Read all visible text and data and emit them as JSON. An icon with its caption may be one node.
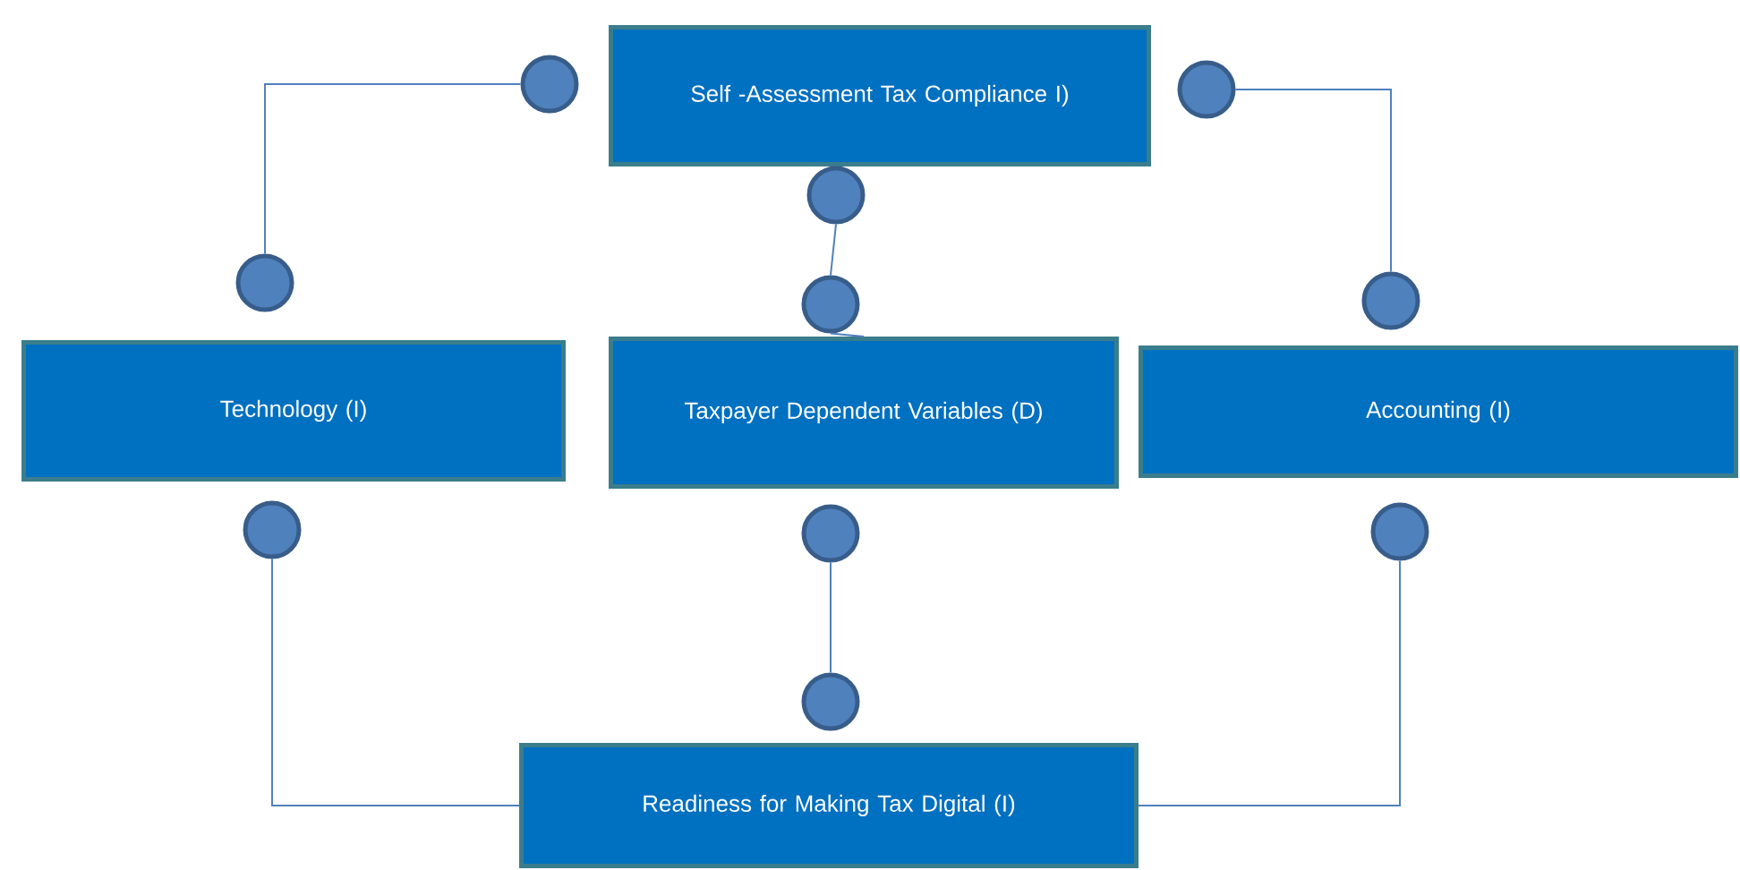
{
  "diagram": {
    "nodes": [
      {
        "text": [
          "Self -Assessment Tax Compliance I)"
        ]
      },
      {
        "text": [],
        "shape": "circle"
      },
      {
        "text": [],
        "shape": "circle"
      },
      {
        "text": [],
        "shape": "circle"
      },
      {
        "text": [],
        "shape": "circle"
      },
      {
        "text": [],
        "shape": "circle"
      },
      {
        "text": [],
        "shape": "circle"
      },
      {
        "text": [
          "Technology (I)"
        ]
      },
      {
        "text": [
          "Taxpayer Dependent Variables (D)"
        ]
      },
      {
        "text": [
          "Accounting (I)"
        ]
      },
      {
        "text": [],
        "shape": "circle"
      },
      {
        "text": [],
        "shape": "circle"
      },
      {
        "text": [],
        "shape": "circle"
      },
      {
        "text": [],
        "shape": "circle"
      },
      {
        "text": [
          "Readiness for Making Tax Digital (I)"
        ]
      }
    ],
    "edges": [
      {
        "from": 1,
        "to": 4,
        "arrow": "none"
      },
      {
        "from": 2,
        "to": 6,
        "arrow": "none"
      },
      {
        "from": 3,
        "to": 5,
        "arrow": "none"
      },
      {
        "from": 5,
        "to": 8,
        "arrow": "none"
      },
      {
        "from": 11,
        "to": 13,
        "arrow": "none"
      },
      {
        "from": 10,
        "to": 14,
        "arrow": "none"
      },
      {
        "from": 12,
        "to": 14,
        "arrow": "none"
      }
    ]
  }
}
